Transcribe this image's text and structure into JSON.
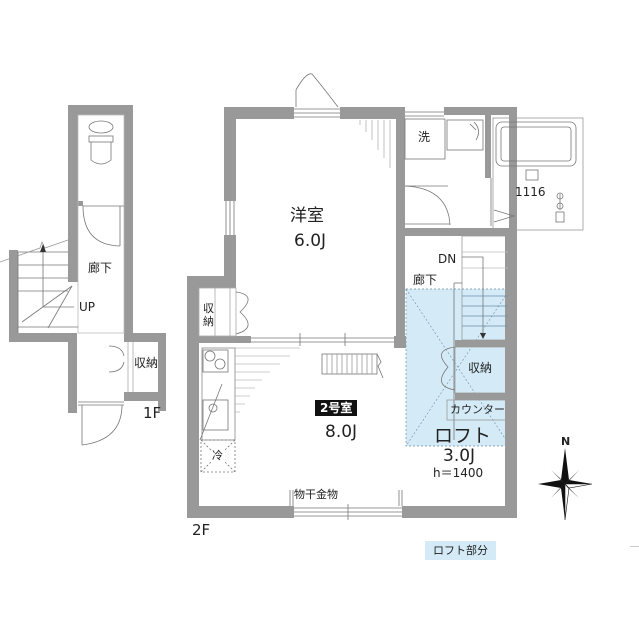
{
  "plan": {
    "colors": {
      "wall": "#999999",
      "wall_dark": "#8a8a8a",
      "line": "#777777",
      "loft_fill": "#d4ebf7",
      "loft_line": "#6a8fa8",
      "badge_bg": "#111111",
      "badge_text": "#ffffff",
      "background": "#ffffff"
    },
    "floors": {
      "first": {
        "tag": "1F",
        "rooms": {
          "corridor": {
            "name": "廊下"
          },
          "stairs_label": "UP",
          "storage": {
            "name": "収納"
          }
        }
      },
      "second": {
        "tag": "2F",
        "rooms": {
          "western_room": {
            "name": "洋室",
            "size": "6.0J"
          },
          "storage_left": {
            "name": "収納"
          },
          "washroom": {
            "name": "洗"
          },
          "bath": {
            "label": "1116"
          },
          "corridor": {
            "name": "廊下"
          },
          "stairs_label": "DN",
          "main_unit": {
            "badge": "2号室",
            "size": "8.0J"
          },
          "fridge": {
            "name": "冷"
          },
          "drying_rod": {
            "name": "物干金物"
          },
          "loft": {
            "name": "ロフト",
            "size": "3.0J",
            "height": "h＝1400"
          },
          "loft_storage": {
            "name": "収納"
          },
          "counter": {
            "name": "カウンター"
          }
        }
      }
    },
    "compass": {
      "north_label": "N"
    },
    "legend": {
      "loft_label": "ロフト部分"
    }
  }
}
